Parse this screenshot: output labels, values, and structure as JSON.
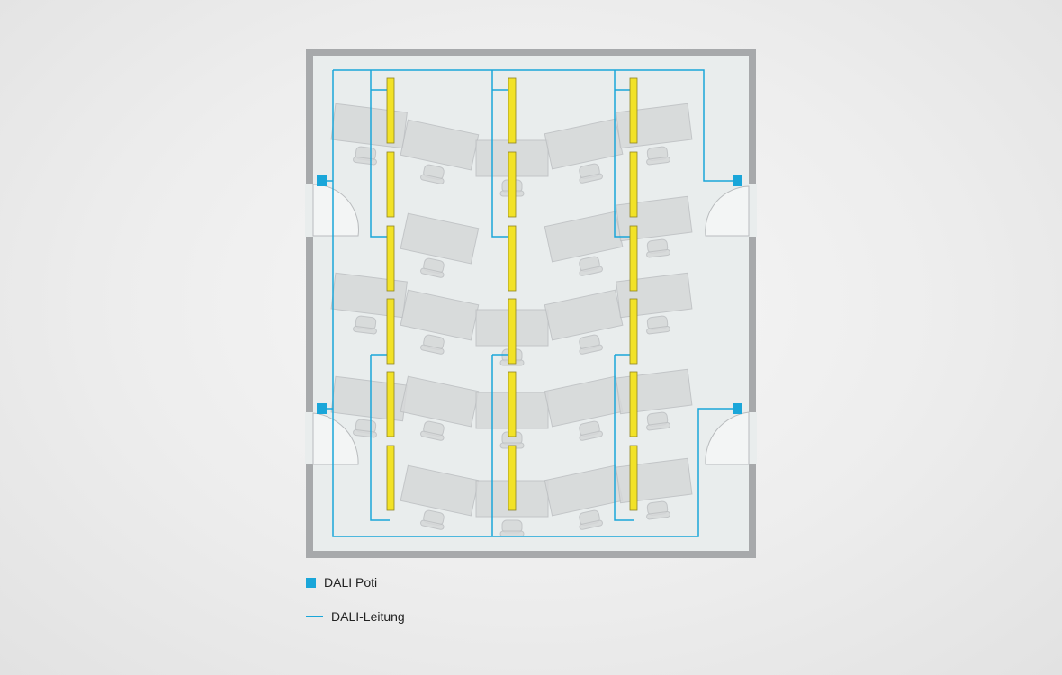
{
  "legend": {
    "poti_label": "DALI Poti",
    "line_label": "DALI-Leitung"
  },
  "colors": {
    "wall": "#a7a9ab",
    "floor": "#e9eded",
    "desk": "#d6d8d9",
    "desk_stroke": "#bcbfc1",
    "cable": "#1aa6d9",
    "luminaire": "#f2e227",
    "luminaire_stroke": "#8f8424",
    "poti": "#1aa6d9"
  },
  "room": {
    "luminaire_columns": 3,
    "luminaires_per_column": 6,
    "dali_poti_count": 4,
    "door_count": 4
  }
}
